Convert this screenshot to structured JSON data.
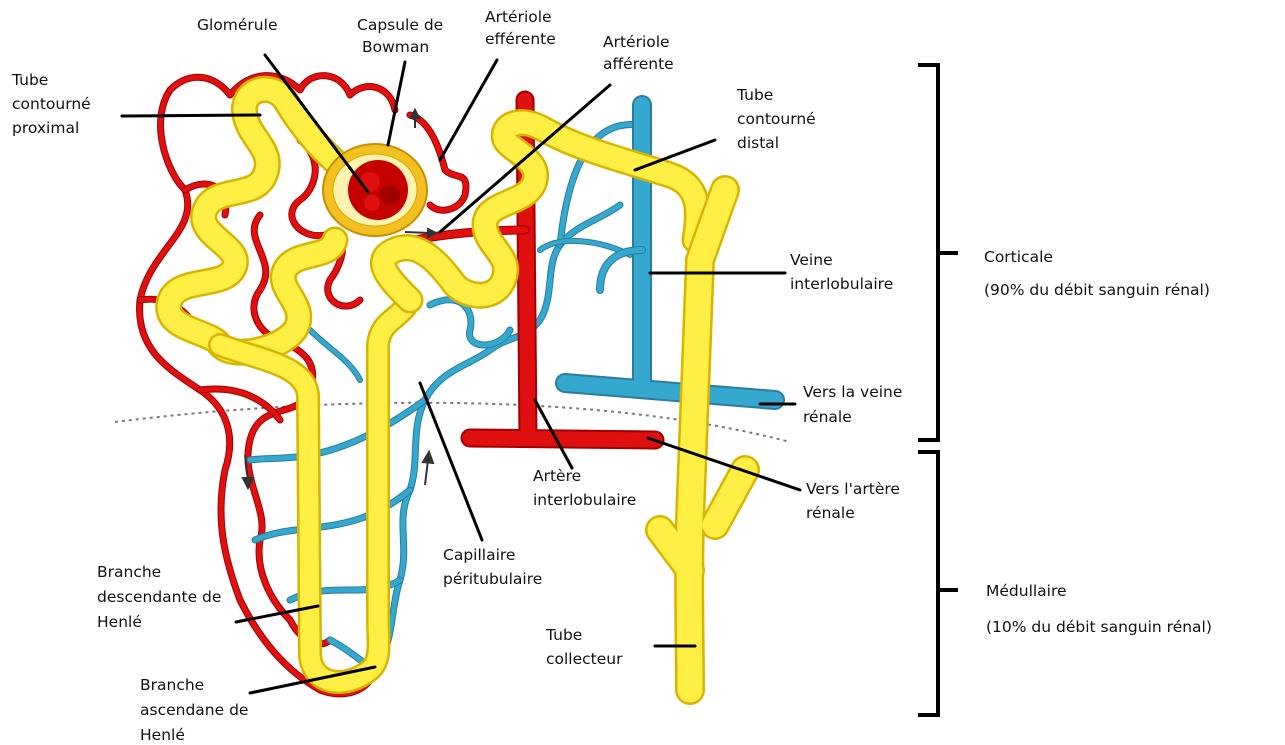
{
  "labels": {
    "glomerule": "Glomérule",
    "capsule": [
      "Capsule de",
      "Bowman"
    ],
    "arteriole_efferente": [
      "Artériole",
      "efférente"
    ],
    "arteriole_afferente": [
      "Artériole",
      "afférente"
    ],
    "tube_proximal": [
      "Tube",
      "contourné",
      "proximal"
    ],
    "tube_distal": [
      "Tube",
      "contourné",
      "distal"
    ],
    "veine_interlobulaire": [
      "Veine",
      "interlobulaire"
    ],
    "vers_veine_renale": [
      "Vers la veine",
      "rénale"
    ],
    "artere_interlobulaire": [
      "Artère",
      "interlobulaire"
    ],
    "vers_artere_renale": [
      "Vers l'artère",
      "rénale"
    ],
    "capillaire": [
      "Capillaire",
      "péritubulaire"
    ],
    "branche_descendante": [
      "Branche",
      "descendante de",
      "Henlé"
    ],
    "branche_ascendante": [
      "Branche",
      "ascendane de",
      "Henlé"
    ],
    "tube_collecteur": [
      "Tube",
      "collecteur"
    ]
  },
  "regions": {
    "corticale": [
      "Corticale",
      "(90% du débit sanguin rénal)"
    ],
    "medullaire": [
      "Médullaire",
      "(10% du débit sanguin rénal)"
    ]
  },
  "colors": {
    "artery": "#e01010",
    "vein": "#35a8cf",
    "tubule": "#ffee44",
    "glomerulus": "#c40000",
    "capsule": "#f3c020"
  }
}
